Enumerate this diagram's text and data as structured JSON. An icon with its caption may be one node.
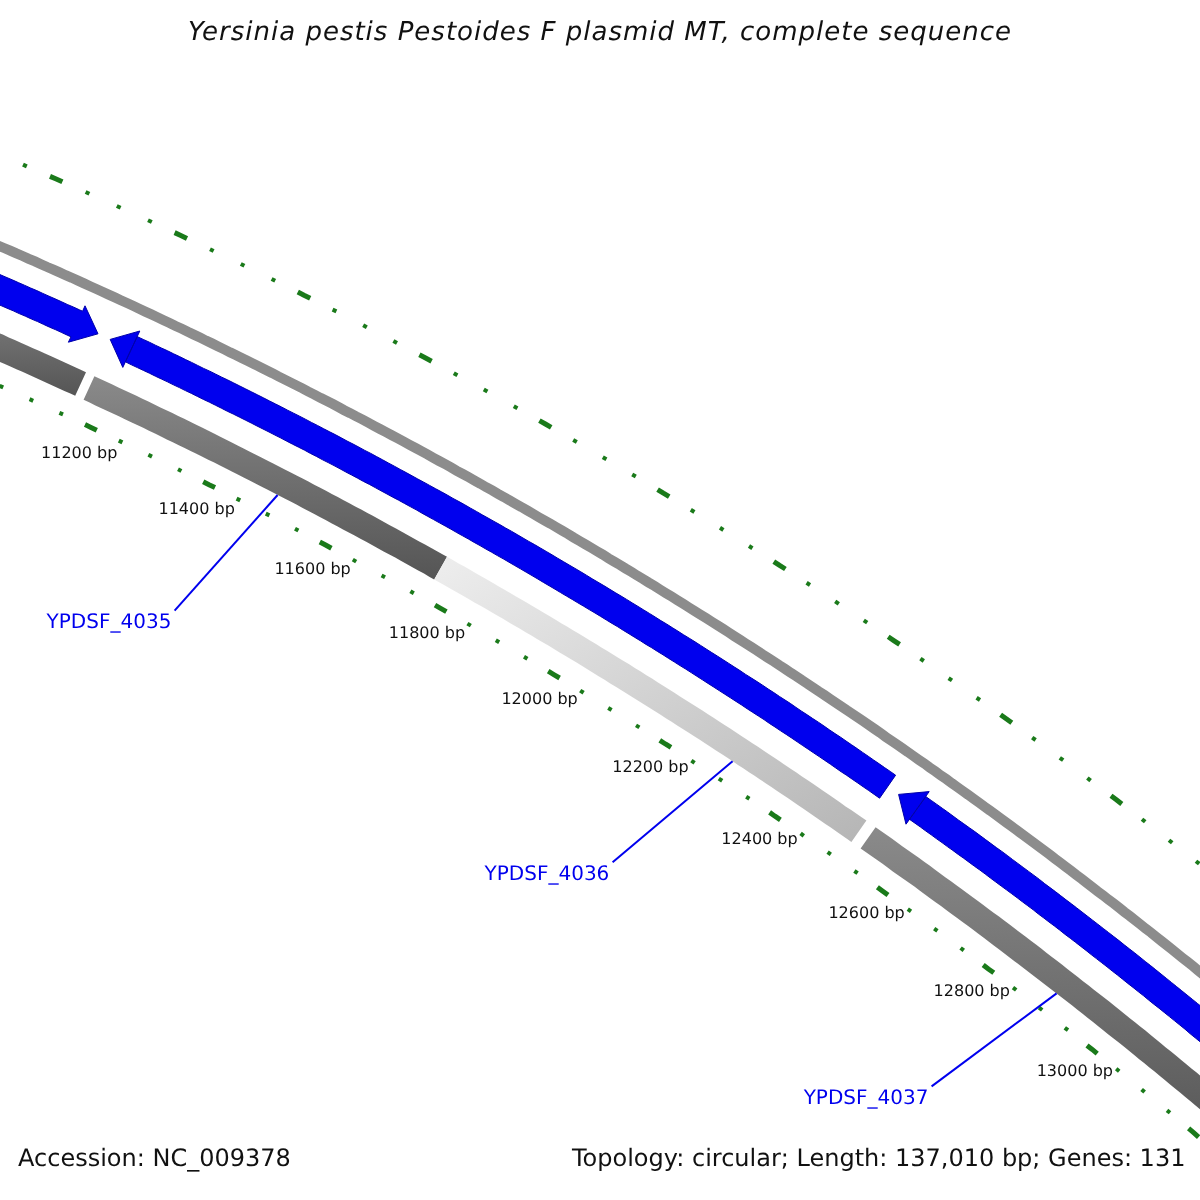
{
  "diagram": {
    "title": "Yersinia pestis Pestoides F plasmid MT, complete sequence",
    "nodes": [
      {
        "text": [
          "YPDSF_4035"
        ]
      },
      {
        "text": [],
        "shape": "bar"
      },
      {
        "text": [
          "YPDSF_4036"
        ]
      },
      {
        "text": [],
        "shape": "bar"
      },
      {
        "text": [
          "YPDSF_4037"
        ]
      },
      {
        "text": [],
        "shape": "bar"
      }
    ],
    "edges": [
      {
        "from": 0,
        "to": 1,
        "arrow": "none"
      },
      {
        "from": 2,
        "to": 3,
        "arrow": "none"
      },
      {
        "from": 4,
        "to": 5,
        "arrow": "none"
      }
    ],
    "labels": [
      "11200 bp",
      "11400 bp",
      "11600 bp",
      "11800 bp",
      "12000 bp",
      "12200 bp",
      "12400 bp",
      "12600 bp",
      "12800 bp",
      "13000 bp",
      "Accession: NC_009378",
      "Topology: circular; Length: 137,010 bp; Genes: 131"
    ]
  }
}
